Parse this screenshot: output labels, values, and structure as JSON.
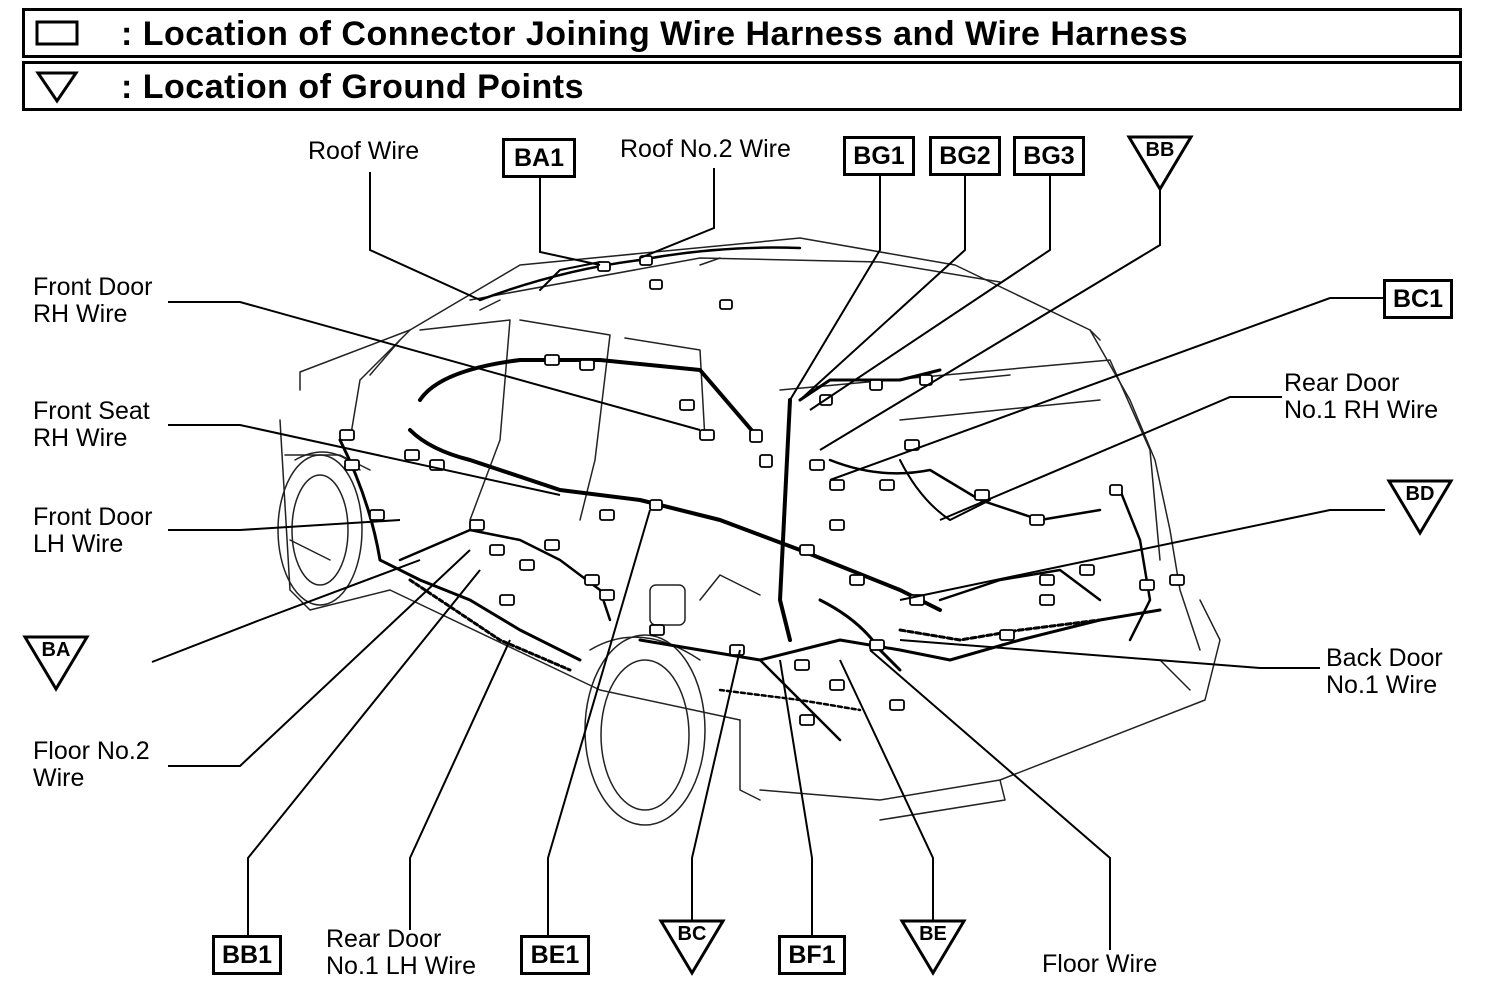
{
  "legend": {
    "connector_text": ": Location of Connector Joining Wire Harness and Wire Harness",
    "ground_text": ": Location of Ground Points"
  },
  "labels": {
    "roof_wire": "Roof Wire",
    "roof_no2_wire": "Roof No.2 Wire",
    "front_door_rh": [
      "Front Door",
      "RH Wire"
    ],
    "front_seat_rh": [
      "Front Seat",
      "RH Wire"
    ],
    "front_door_lh": [
      "Front Door",
      "LH Wire"
    ],
    "floor_no2": [
      "Floor No.2",
      "Wire"
    ],
    "rear_door_lh": [
      "Rear Door",
      "No.1 LH Wire"
    ],
    "rear_door_rh": [
      "Rear Door",
      "No.1 RH Wire"
    ],
    "back_door": [
      "Back Door",
      "No.1 Wire"
    ],
    "floor_wire": "Floor Wire"
  },
  "connectors": {
    "ba1": "BA1",
    "bg1": "BG1",
    "bg2": "BG2",
    "bg3": "BG3",
    "bc1": "BC1",
    "bb1": "BB1",
    "be1": "BE1",
    "bf1": "BF1"
  },
  "grounds": {
    "bb": "BB",
    "bd": "BD",
    "ba": "BA",
    "bc": "BC",
    "be": "BE"
  }
}
